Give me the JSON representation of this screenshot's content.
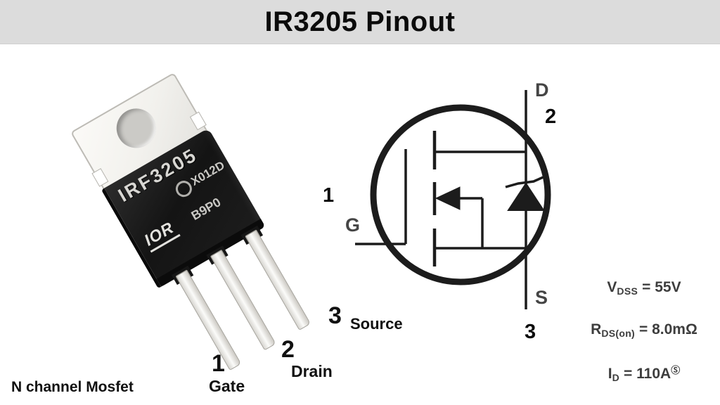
{
  "header": {
    "title": "IR3205 Pinout"
  },
  "photo": {
    "part_number": "IRF3205",
    "logo": "IOR",
    "marking_line1": "X012D",
    "marking_line2": "B9P0",
    "caption": "N channel Mosfet"
  },
  "pins": [
    {
      "number": "1",
      "name": "Gate",
      "symbol_letter": "G"
    },
    {
      "number": "2",
      "name": "Drain",
      "symbol_letter": "D"
    },
    {
      "number": "3",
      "name": "Source",
      "symbol_letter": "S"
    }
  ],
  "specs": [
    {
      "param": "V",
      "sub": "DSS",
      "value": "= 55V",
      "footnote": ""
    },
    {
      "param": "R",
      "sub": "DS(on)",
      "value": "= 8.0mΩ",
      "footnote": ""
    },
    {
      "param": "I",
      "sub": "D",
      "value": "= 110A",
      "footnote": "Ⓢ"
    }
  ],
  "colors": {
    "header_bg": "#dcdcdc",
    "background": "#ffffff",
    "label_text": "#111111",
    "spec_text": "#3d3d3d",
    "symbol_stroke": "#1c1c1c",
    "package_body": "#161616",
    "package_tab": "#f2f1ed"
  }
}
